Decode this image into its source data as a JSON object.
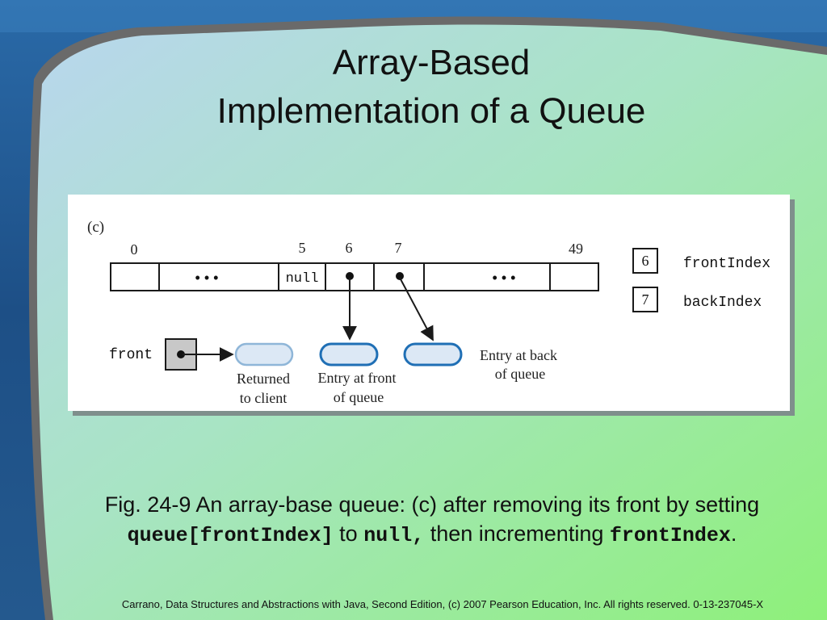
{
  "slide": {
    "title_line_1": "Array-Based",
    "title_line_2": "Implementation of a Queue",
    "caption": {
      "prefix": "Fig. 24-9 An array-base queue: (c) after removing its front by setting",
      "code_1": "queue[frontIndex]",
      "text_1": "to",
      "code_2": "null,",
      "text_2": "then incrementing",
      "code_3": "frontIndex",
      "suffix": "."
    },
    "footer": "Carrano, Data Structures and Abstractions with Java, Second Edition, (c) 2007 Pearson Education, Inc. All rights reserved. 0-13-237045-X"
  },
  "diagram": {
    "label": "(c)",
    "indices": {
      "first": "0",
      "i5": "5",
      "i6": "6",
      "i7": "7",
      "last": "49"
    },
    "cells": {
      "ellipsis_left": "• • •",
      "null_cell": "null",
      "ellipsis_right": "• • •"
    },
    "front_index": {
      "value": "6",
      "label": "frontIndex"
    },
    "back_index": {
      "value": "7",
      "label": "backIndex"
    },
    "front_label": "front",
    "returned_label": [
      "Returned",
      "to client"
    ],
    "front_entry_label": [
      "Entry at front",
      "of queue"
    ],
    "back_entry_label": [
      "Entry at back",
      "of queue"
    ]
  },
  "colors": {
    "node_fill_faded": "#dce8f5",
    "node_stroke_faded": "#8fb6d8",
    "node_fill": "#dce8f5",
    "node_stroke": "#1f6fb5",
    "front_box_fill": "#c8c8c8"
  }
}
